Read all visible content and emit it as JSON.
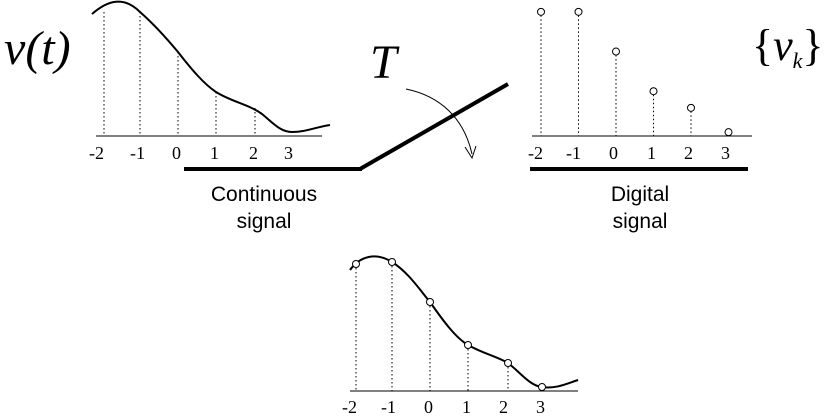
{
  "labels": {
    "continuous_func_base": "v",
    "continuous_func_arg": "(t)",
    "period": "T",
    "digital_open": "{",
    "digital_var": "v",
    "digital_sub": "k",
    "digital_close": "}",
    "continuous_caption": [
      "Continuous",
      "signal"
    ],
    "digital_caption": [
      "Digital",
      "signal"
    ]
  },
  "ticks": [
    "-2",
    "-1",
    "0",
    "1",
    "2",
    "3"
  ],
  "samples": [
    {
      "k": -2,
      "v": 0.97
    },
    {
      "k": -1,
      "v": 0.97
    },
    {
      "k": 0,
      "v": 0.66
    },
    {
      "k": 1,
      "v": 0.35
    },
    {
      "k": 2,
      "v": 0.22
    },
    {
      "k": 3,
      "v": 0.03
    }
  ]
}
